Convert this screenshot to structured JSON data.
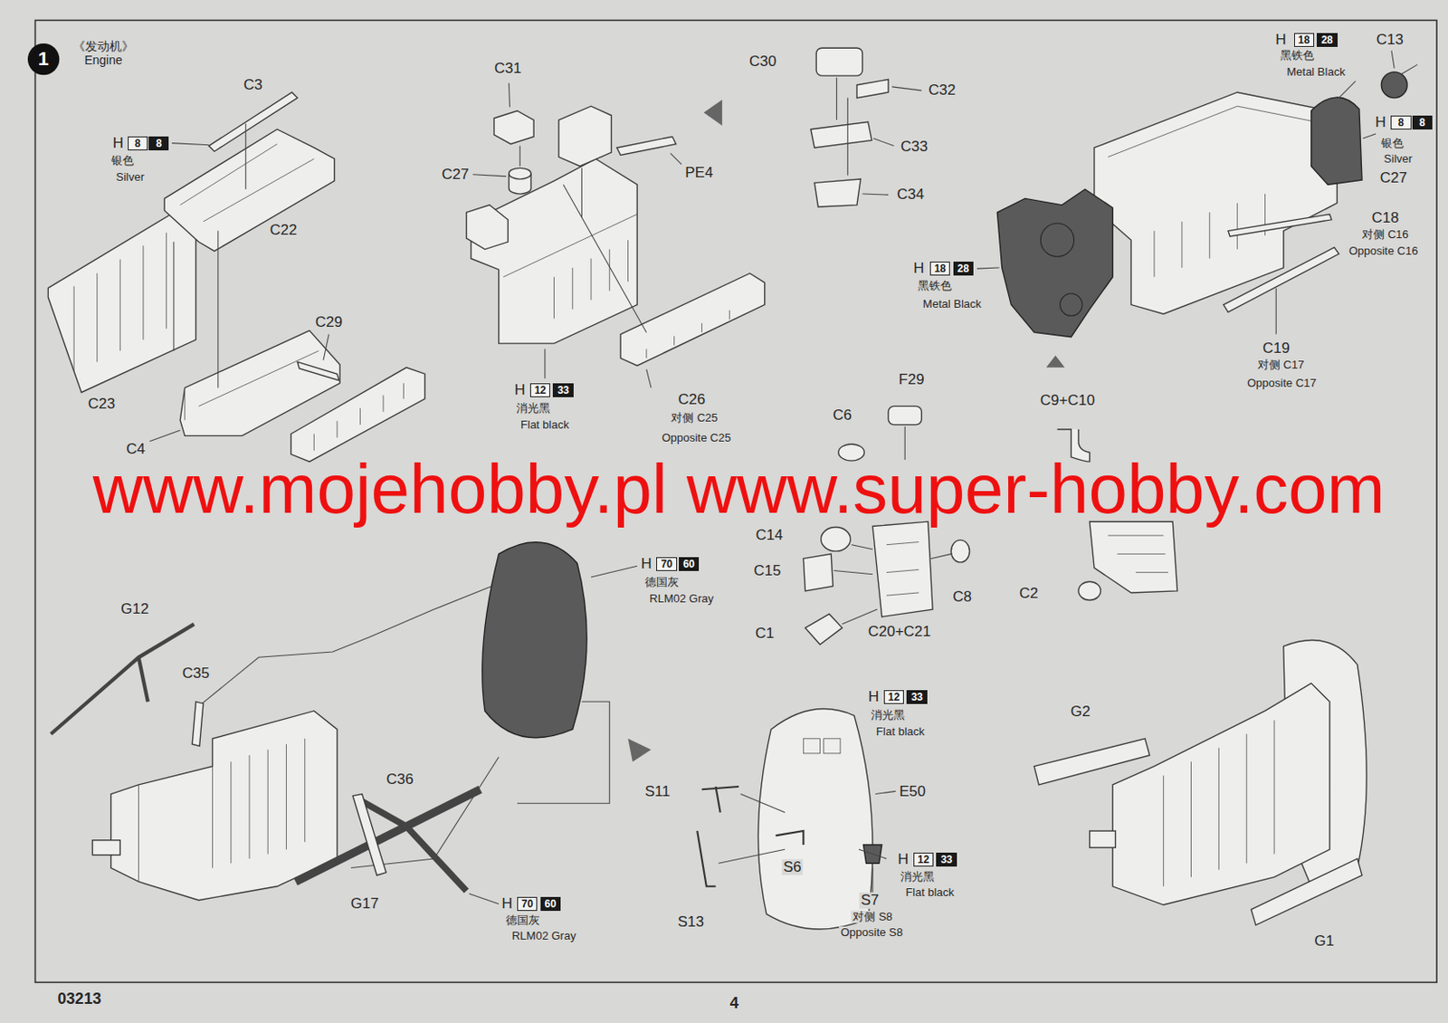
{
  "diagram": {
    "title": "《发动机》 Engine",
    "nodes": [
      {
        "text": [
          "1"
        ]
      },
      {
        "text": [
          "8"
        ]
      },
      {
        "text": [
          "8"
        ]
      },
      {
        "text": [
          "18"
        ]
      },
      {
        "text": [
          "28"
        ]
      },
      {
        "text": [
          "8"
        ]
      },
      {
        "text": [
          "8"
        ]
      },
      {
        "text": [
          "18"
        ]
      },
      {
        "text": [
          "28"
        ]
      },
      {
        "text": [
          "12"
        ]
      },
      {
        "text": [
          "33"
        ]
      },
      {
        "text": [
          "70"
        ]
      },
      {
        "text": [
          "60"
        ]
      },
      {
        "text": [
          "12"
        ]
      },
      {
        "text": [
          "33"
        ]
      },
      {
        "text": [
          "12"
        ]
      },
      {
        "text": [
          "33"
        ]
      },
      {
        "text": [
          "70"
        ]
      },
      {
        "text": [
          "60"
        ]
      }
    ],
    "labels": [
      "C3",
      "H",
      "银色",
      "Silver",
      "C22",
      "C29",
      "C23",
      "C4",
      "C31",
      "C27",
      "PE4",
      "H",
      "消光黑",
      "Flat black",
      "C26",
      "对侧 C25",
      "Opposite C25",
      "C30",
      "C32",
      "C33",
      "C34",
      "H",
      "黑铁色",
      "Metal Black",
      "C13",
      "H",
      "银色",
      "Silver",
      "C27",
      "C18",
      "对侧 C16",
      "Opposite C16",
      "H",
      "黑铁色",
      "Metal Black",
      "C19",
      "对侧 C17",
      "Opposite C17",
      "F29",
      "C9+C10",
      "C6",
      "www.mojehobby.pl www.super-hobby.com",
      "C14",
      "C15",
      "C2",
      "C8",
      "C1",
      "C20+C21",
      "G12",
      "H",
      "德国灰",
      "RLM02 Gray",
      "C35",
      "C36",
      "G17",
      "H",
      "德国灰",
      "RLM02 Gray",
      "H",
      "消光黑",
      "Flat black",
      "G2",
      "S11",
      "E50",
      "S6",
      "H",
      "消光黑",
      "Flat black",
      "S7",
      "对侧 S8",
      "Opposite S8",
      "S13",
      "G1",
      "03213",
      "4"
    ]
  }
}
